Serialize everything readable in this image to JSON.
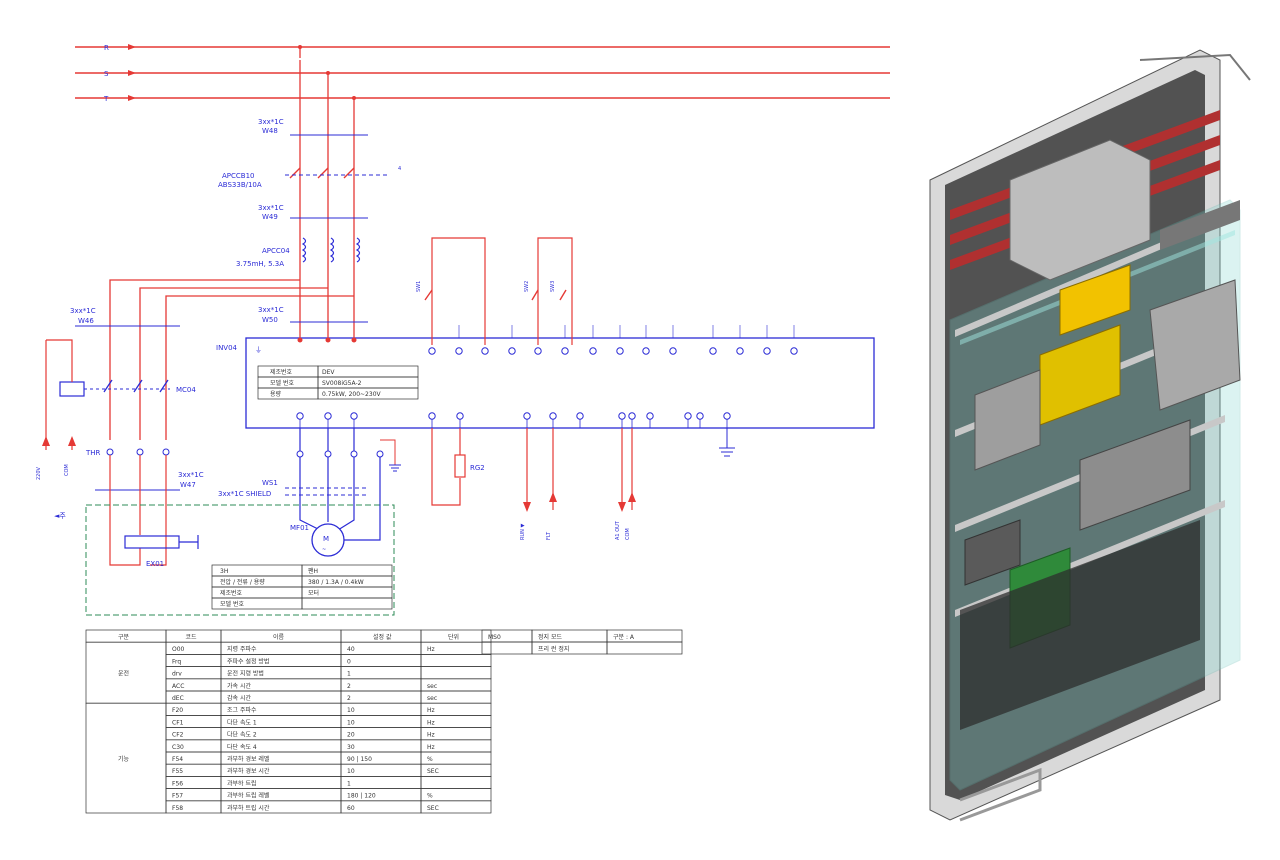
{
  "colors": {
    "power_line": "#e53935",
    "control_line": "#2b2bd6",
    "dashed_box": "#2e8b57",
    "cabinet_frame": "#9a9a9a",
    "cabinet_glass": "#7fd6cf"
  },
  "labels": {
    "phase_r": "R",
    "phase_s": "S",
    "phase_t": "T",
    "wire_top": "3xx*1C",
    "wire_top2": "W48",
    "breaker": "APCCB10",
    "breaker2": "ABS33B/10A",
    "wire_mid": "3xx*1C",
    "wire_mid2": "W49",
    "reactor": "APCC04",
    "reactor2": "3.75mH, 5.3A",
    "wire_lower": "3xx*1C",
    "wire_lower2": "W50",
    "inverter": "INV04",
    "wire_left": "3xx*1C",
    "wire_left2": "W46",
    "contactor": "MC04",
    "thermal": "THR",
    "wire_left_low": "3xx*1C",
    "wire_left_low2": "W47",
    "shield1": "WS1",
    "shield2": "3xx*1C SHIELD",
    "motor_tag": "MF01",
    "motor_symbol": "M",
    "fan_tag": "EX01",
    "resistor": "RG2",
    "left_marker": "◄주",
    "arrow_up1": "220V",
    "arrow_up2": "COM",
    "out1": "RUN ▼",
    "out2": "FLT",
    "out3": "A1 OUT",
    "out4": "COM"
  },
  "inverter_table": {
    "rows": [
      [
        "제조번호",
        "DEV"
      ],
      [
        "모델 번호",
        "SV008iG5A-2"
      ],
      [
        "용량",
        "0.75kW, 200~230V"
      ]
    ]
  },
  "motor_table": {
    "rows": [
      [
        "3H",
        "팬H"
      ],
      [
        "전압 / 전류 / 용량",
        "380 / 1.3A / 0.4kW"
      ],
      [
        "제조번호",
        "모터"
      ],
      [
        "모델 번호",
        ""
      ]
    ]
  },
  "param_table": {
    "headers": [
      "구분",
      "코드",
      "이름",
      "설정 값",
      "단위"
    ],
    "groups": [
      {
        "name": "운전",
        "rows": [
          [
            "O00",
            "지령 주파수",
            "40",
            "Hz"
          ],
          [
            "Frq",
            "주파수 설정 방법",
            "0",
            ""
          ],
          [
            "drv",
            "운전 지령 방법",
            "1",
            ""
          ],
          [
            "ACC",
            "가속 시간",
            "2",
            "sec"
          ],
          [
            "dEC",
            "감속 시간",
            "2",
            "sec"
          ]
        ]
      },
      {
        "name": "기능",
        "rows": [
          [
            "F20",
            "조그 주파수",
            "10",
            "Hz"
          ],
          [
            "CF1",
            "다단 속도 1",
            "10",
            "Hz"
          ],
          [
            "CF2",
            "다단 속도 2",
            "20",
            "Hz"
          ],
          [
            "C30",
            "다단 속도 4",
            "30",
            "Hz"
          ],
          [
            "F54",
            "과부하 경보 레벨",
            "90 | 150",
            "%"
          ],
          [
            "F55",
            "과부하 경보 시간",
            "10",
            "SEC"
          ],
          [
            "F56",
            "과부하 트립",
            "1",
            ""
          ],
          [
            "F57",
            "과부하 트립 레벨",
            "180 | 120",
            "%"
          ],
          [
            "F58",
            "과부하 트립 시간",
            "60",
            "SEC"
          ]
        ]
      }
    ]
  },
  "small_table": {
    "rows": [
      [
        "MS0",
        "정지 모드",
        "구분 : A"
      ],
      [
        "",
        "프리 런 정지",
        ""
      ]
    ]
  }
}
